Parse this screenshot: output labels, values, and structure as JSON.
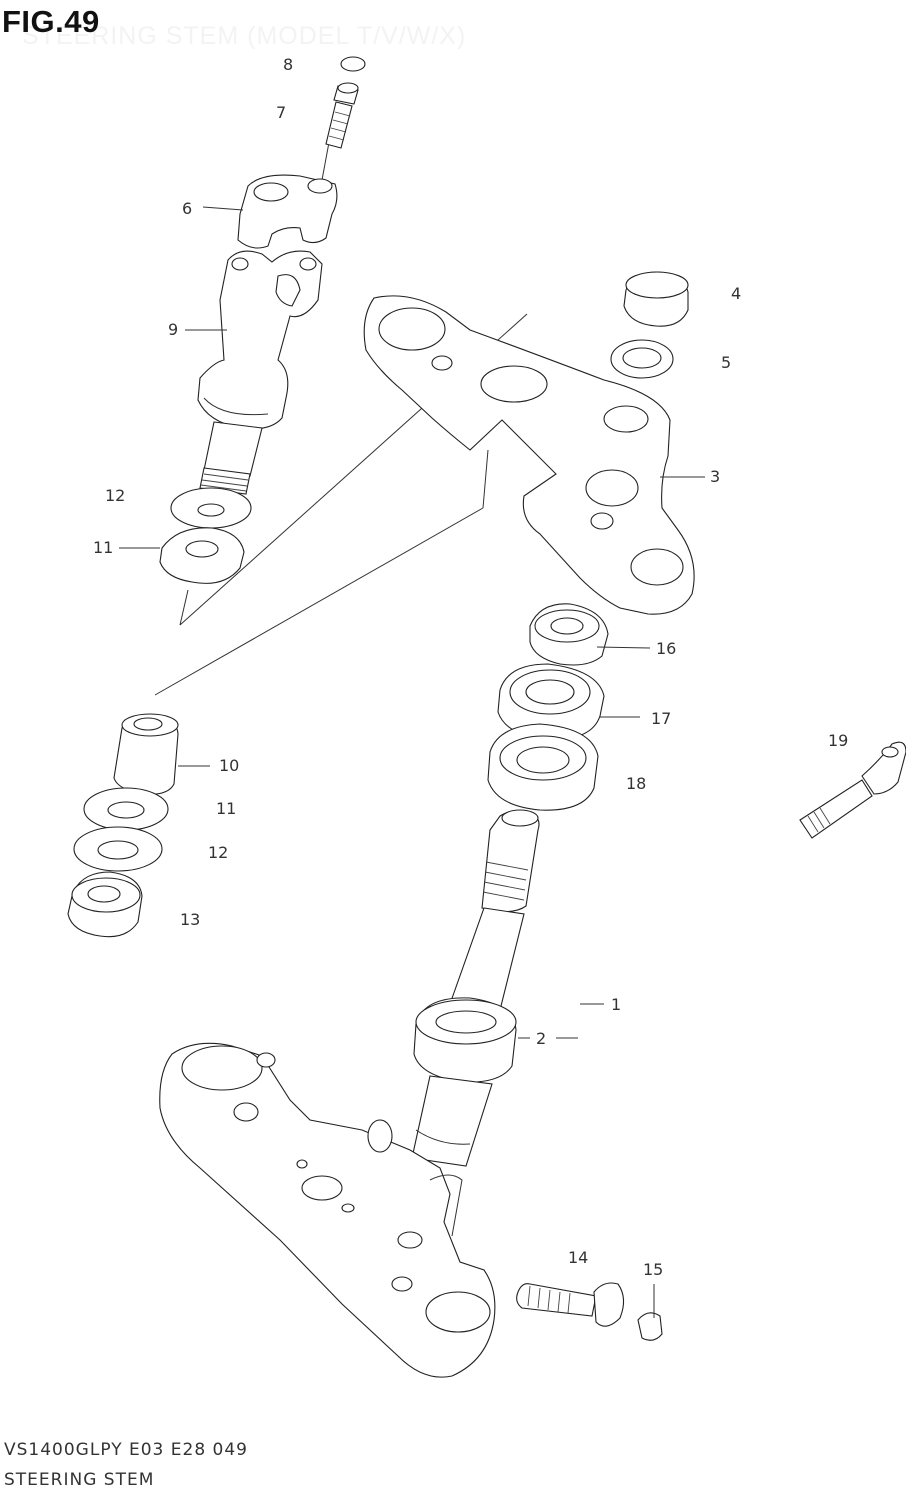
{
  "figure": {
    "title": "FIG.49",
    "subtitle": "STEERING STEM (MODEL T/V/W/X)",
    "code": "VS1400GLPY E03 E28 049",
    "name": "STEERING STEM"
  },
  "callouts": [
    {
      "id": "c1",
      "label": "1"
    },
    {
      "id": "c2",
      "label": "2"
    },
    {
      "id": "c3",
      "label": "3"
    },
    {
      "id": "c4",
      "label": "4"
    },
    {
      "id": "c5",
      "label": "5"
    },
    {
      "id": "c6",
      "label": "6"
    },
    {
      "id": "c7",
      "label": "7"
    },
    {
      "id": "c8",
      "label": "8"
    },
    {
      "id": "c9",
      "label": "9"
    },
    {
      "id": "c10",
      "label": "10"
    },
    {
      "id": "c11a",
      "label": "11"
    },
    {
      "id": "c11b",
      "label": "11"
    },
    {
      "id": "c12a",
      "label": "12"
    },
    {
      "id": "c12b",
      "label": "12"
    },
    {
      "id": "c13",
      "label": "13"
    },
    {
      "id": "c14",
      "label": "14"
    },
    {
      "id": "c15",
      "label": "15"
    },
    {
      "id": "c16",
      "label": "16"
    },
    {
      "id": "c17",
      "label": "17"
    },
    {
      "id": "c18",
      "label": "18"
    },
    {
      "id": "c19",
      "label": "19"
    }
  ]
}
